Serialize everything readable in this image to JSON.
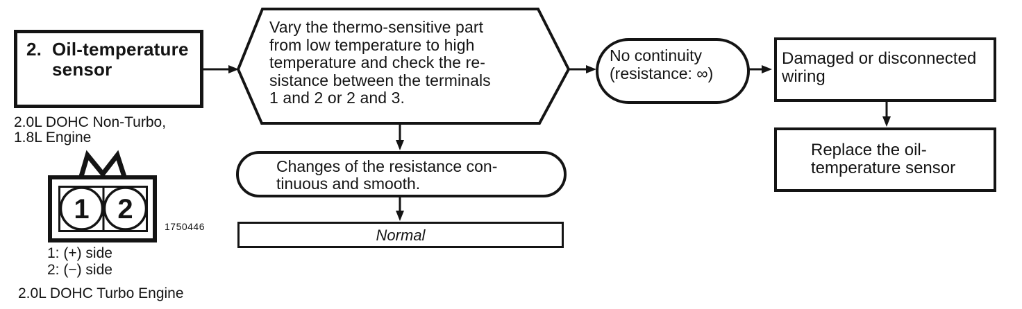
{
  "flow": {
    "title_box": {
      "number": "2.",
      "line1": "Oil-temperature",
      "line2": "sensor"
    },
    "engine_note_top": {
      "lines": [
        "2.0L DOHC Non-Turbo,",
        "1.8L Engine"
      ]
    },
    "connector": {
      "pin1": "1",
      "pin2": "2",
      "code": "1750446",
      "pin_labels": [
        "1: (+) side",
        "2: (−) side"
      ],
      "engine_note_bottom": "2.0L DOHC Turbo Engine"
    },
    "vary_step": {
      "lines": [
        "Vary the thermo-sensitive part",
        "from low temperature to high",
        "temperature and check the re-",
        "sistance between the terminals",
        "1 and 2 or 2 and 3."
      ]
    },
    "result_ok": {
      "lines": [
        "Changes of the resistance con-",
        "tinuous and smooth."
      ]
    },
    "normal_label": "Normal",
    "no_continuity": {
      "lines": [
        "No continuity",
        "(resistance: ∞)"
      ]
    },
    "cause_box": {
      "lines": [
        "Damaged or disconnected",
        "wiring"
      ]
    },
    "action_box": {
      "lines": [
        "Replace the oil-",
        "temperature sensor"
      ]
    }
  }
}
